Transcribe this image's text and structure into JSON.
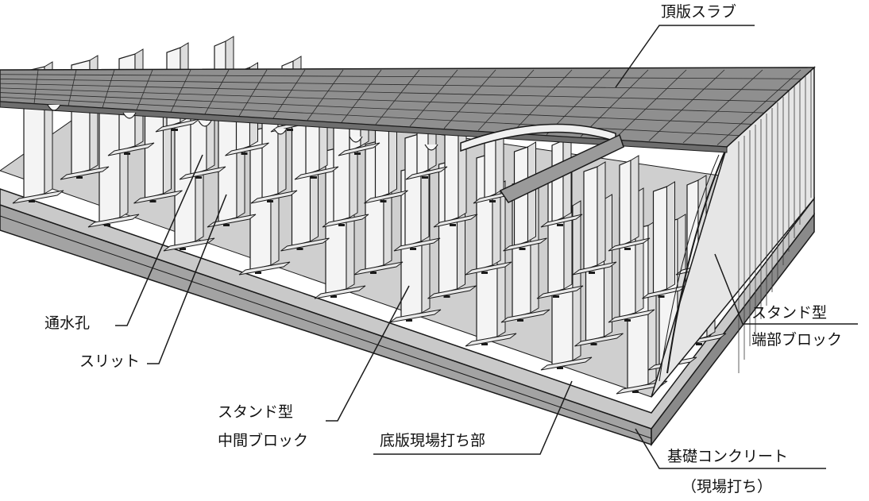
{
  "labels": {
    "top_slab": "頂版スラブ",
    "water_hole": "通水孔",
    "slit": "スリット",
    "middle_block_line1": "スタンド型",
    "middle_block_line2": "中間ブロック",
    "end_block_line1": "スタンド型",
    "end_block_line2": "端部ブロック",
    "bottom_slab": "底版現場打ち部",
    "foundation_line1": "基礎コンクリート",
    "foundation_line2": "（現場打ち）"
  },
  "colors": {
    "line": "#1a1a1a",
    "slab": "#8f8f8f",
    "slab_dark": "#6e6e6e",
    "panel": "#f2f2f2",
    "floor": "#c4c4c4",
    "foundation": "#9a9a9a"
  }
}
